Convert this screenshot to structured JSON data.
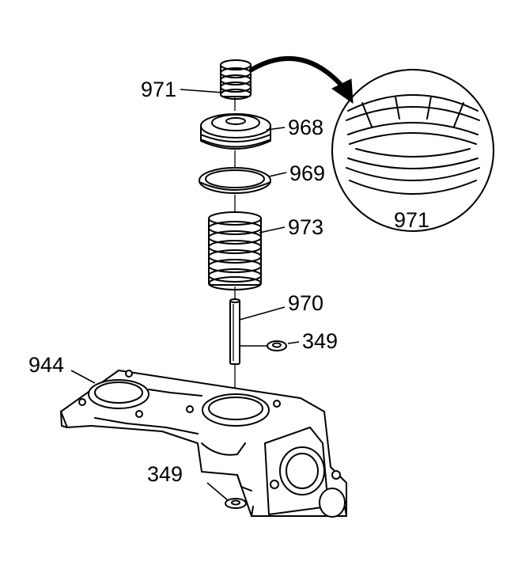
{
  "callouts": {
    "c971": "971",
    "c968": "968",
    "c969": "969",
    "c973": "973",
    "c970": "970",
    "c349a": "349",
    "c944": "944",
    "c349b": "349",
    "detail": "971"
  }
}
